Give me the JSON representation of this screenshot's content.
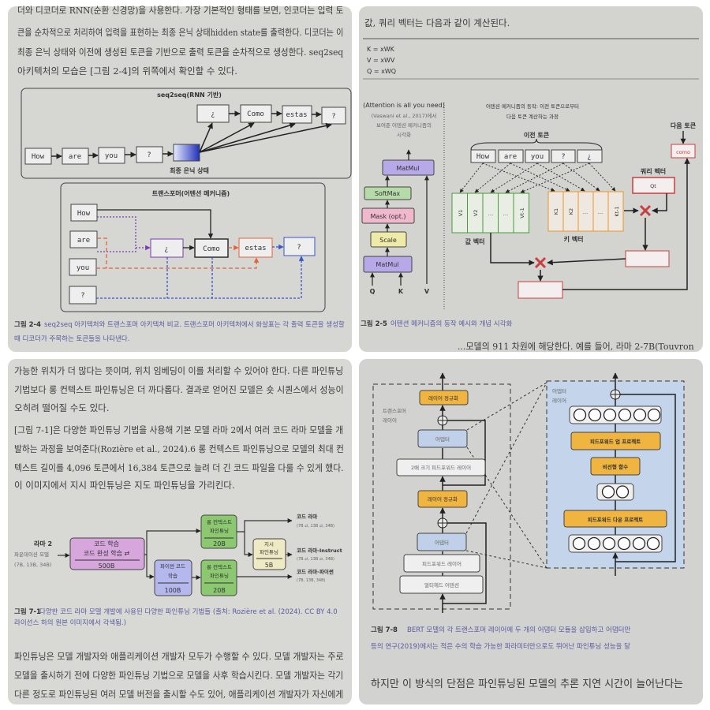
{
  "panel_tl": {
    "text_lines": [
      "더와 디코더로 RNN(순환 신경망)을 사용한다. 가장 기본적인 형태를 보면, 인코더는 입력 토",
      "큰을 순차적으로 처리하여 입력을 표현하는 최종 은닉 상태hidden state를 출력한다. 디코더는 이",
      "최종 은닉 상태와 이전에 생성된 토큰을 기반으로 출력 토큰을 순차적으로 생성한다. seq2seq",
      "아키텍처의 모습은 [그림 2-4]의 위쪽에서 확인할 수 있다."
    ],
    "rnn": {
      "title": "seq2seq(RNN 기반)",
      "inputs": [
        "How",
        "are",
        "you",
        "?"
      ],
      "hidden_state_label": "최종 은닉 상태",
      "outputs": [
        "¿",
        "Como",
        "estas",
        "?"
      ]
    },
    "transformer": {
      "title": "트랜스포머(어텐션 메커니즘)",
      "inputs": [
        "How",
        "are",
        "you",
        "?"
      ],
      "outputs": [
        "¿",
        "Como",
        "estas",
        "?"
      ]
    },
    "caption_label": "그림 2-4",
    "caption_lines": [
      "seq2seq 아키텍처와 트랜스포머 아키텍처 비교. 트랜스포머 아키텍처에서 화살표는 각 출력 토큰을 생성할",
      "때 디코더가 주목하는 토큰들을 나타낸다."
    ]
  },
  "panel_tr": {
    "intro": "값, 쿼리 벡터는 다음과 같이 계산된다.",
    "equations": [
      "K = xWK",
      "V = xWV",
      "Q = xWQ"
    ],
    "left_note": [
      "(Attention is all you need)",
      "(Vaswani et al., 2017)에서",
      "보여준 어텐션 메커니즘의",
      "시각화"
    ],
    "blocks": [
      "MatMul",
      "SoftMax",
      "Mask (opt.)",
      "Scale",
      "MatMul"
    ],
    "inputs": [
      "Q",
      "K",
      "V"
    ],
    "right_title": [
      "어텐션 메커니즘의 동작: 이전 토큰으로부터",
      "다음 토큰 계산하는 과정"
    ],
    "prev_tokens_label": "이전 토큰",
    "tokens": [
      "How",
      "are",
      "you",
      "?",
      "¿"
    ],
    "next_token_label": "다음 토큰",
    "next_token": "como",
    "query_label": "쿼리 벡터",
    "query": "Qt",
    "value_cells": [
      "V1",
      "V2",
      "…",
      "…",
      "Vt-1"
    ],
    "key_cells": [
      "K1",
      "K2",
      "…",
      "…",
      "Kt-1"
    ],
    "value_label": "값 벡터",
    "key_label": "키 벡터",
    "caption_label": "그림 2-5",
    "caption": "어텐션 메커니즘의 동작 예시와 개념 시각화",
    "bottom_line": "...모델의 911 차원에 해당한다. 예를 들어, 라마 2-7B(Touvron"
  },
  "panel_bl": {
    "para1": [
      "가능한 위치가 더 많다는 뜻이며, 위치 임베딩이 이를 처리할 수 있어야 한다. 다른 파인튜닝",
      "기법보다 롱 컨텍스트 파인튜닝은 더 까다롭다. 결과로 얻어진 모델은 숏 시퀀스에서 성능이",
      "오히려 떨어질 수도 있다."
    ],
    "para2": [
      "[그림 7-1]은 다양한 파인튜닝 기법을 사용해 기본 모델 라마 2에서 여러 코드 라마 모델을 개",
      "발하는 과정을 보여준다(Rozière et al., 2024).6 롱 컨텍스트 파인튜닝으로 모델의 최대 컨",
      "텍스트 길이를 4,096 토큰에서 16,384 토큰으로 늘려 더 긴 코드 파일을 다룰 수 있게 했다.",
      "이 이미지에서 지시 파인튜닝은 지도 파인튜닝을 가리킨다."
    ],
    "flow": {
      "base": [
        "라마 2",
        "파운데이션 모델",
        "(7B, 13B, 34B)"
      ],
      "code_training": {
        "lines": [
          "코드 학습",
          "코드 완성 학습 ⇄"
        ],
        "size": "500B"
      },
      "python_training": {
        "lines": [
          "파이썬 코드",
          "학습"
        ],
        "size": "100B"
      },
      "long_ctx_1": {
        "lines": [
          "롱 컨텍스트",
          "파인튜닝"
        ],
        "size": "20B"
      },
      "long_ctx_2": {
        "lines": [
          "롱 컨텍스트",
          "파인튜닝"
        ],
        "size": "20B"
      },
      "instruct": {
        "lines": [
          "지시",
          "파인튜닝"
        ],
        "size": "5B"
      },
      "outputs": [
        {
          "name": "코드 라마",
          "sizes": "(7B ⇄, 13B ⇄, 34B)"
        },
        {
          "name": "코드 라마-Instruct",
          "sizes": "(7B ⇄, 13B ⇄, 34B)"
        },
        {
          "name": "코드 라마-파이썬",
          "sizes": "(7B, 13B, 34B)"
        }
      ]
    },
    "caption_label": "그림 7-1",
    "caption_lines": [
      "다양한 코드 라마 모델 개발에 사용된 다양한 파인튜닝 기법들 (출처: Rozière et al. (2024). CC BY 4.0",
      "라이선스 하의 원본 이미지에서 각색됨.)"
    ],
    "para3": [
      "파인튜닝은 모델 개발자와 애플리케이션 개발자 모두가 수행할 수 있다. 모델 개발자는 주로",
      "모델을 출시하기 전에 다양한 파인튜닝 기법으로 모델을 사후 학습시킨다. 모델 개발자는 각기",
      "다른 정도로 파인튜닝된 여러 모델 버전을 출시할 수도 있어, 애플리케이션 개발자가 자신에게"
    ]
  },
  "panel_br": {
    "transformer_label": [
      "트랜스포머",
      "레이어"
    ],
    "left_blocks": {
      "norm_top": "레이어 정규화",
      "adapter_top": "어댑터",
      "ffn_2x": "2배 크기 피드포워드 레이어",
      "norm_mid": "레이어 정규화",
      "adapter_bottom": "어댑터",
      "ffn": "피드포워드 레이어",
      "mha": "멀티헤드 어텐션"
    },
    "adapter_label": [
      "어댑터",
      "레이어"
    ],
    "right_blocks": {
      "up_proj": "피드포워드 업 프로젝트",
      "nonlinear": "비선형 함수",
      "down_proj": "피드포워드 다운 프로젝트"
    },
    "caption_label": "그림 7-8",
    "caption_lines": [
      "BERT 모델의 각 트랜스포머 레이어에 두 개의 어댑터 모듈을 삽입하고 어댑터만",
      "등의 연구(2019)에서는 적은 수의 학습 가능한 파라미터만으로도 뛰어난 파인튜닝 성능을 달"
    ],
    "body_line": "하지만 이 방식의 단점은 파인튜닝된 모델의 추론 지연 시간이 늘어난다는"
  }
}
